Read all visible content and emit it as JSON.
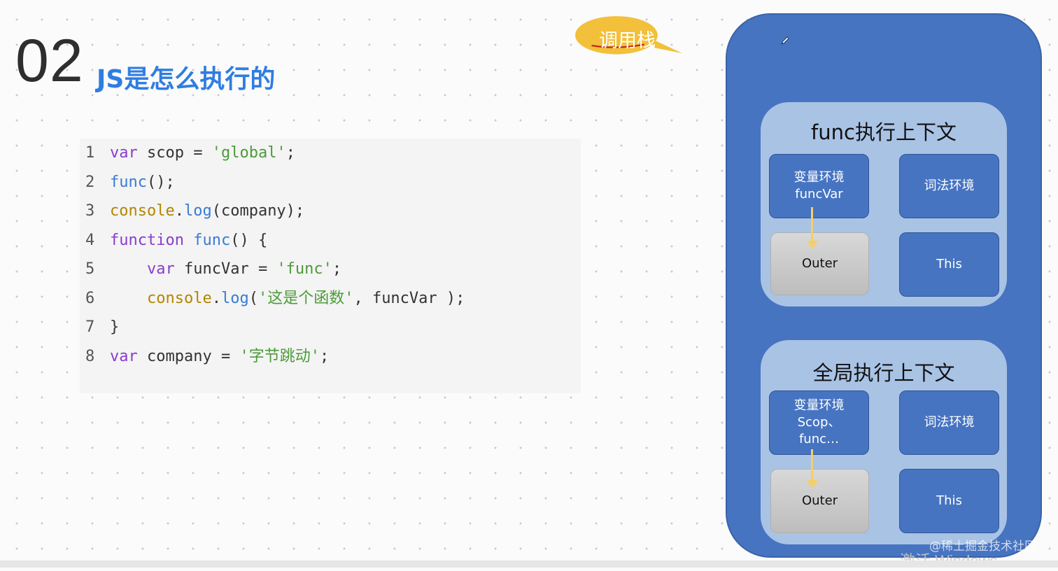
{
  "slide": {
    "number": "02",
    "title": "JS是怎么执行的"
  },
  "code": {
    "lines": [
      {
        "n": "1",
        "tokens": [
          [
            "kw",
            "var"
          ],
          [
            "plain",
            " scop = "
          ],
          [
            "str",
            "'global'"
          ],
          [
            "plain",
            ";"
          ]
        ]
      },
      {
        "n": "2",
        "tokens": [
          [
            "fn",
            "func"
          ],
          [
            "plain",
            "();"
          ]
        ]
      },
      {
        "n": "3",
        "tokens": [
          [
            "con",
            "console"
          ],
          [
            "plain",
            "."
          ],
          [
            "fn",
            "log"
          ],
          [
            "plain",
            "(company);"
          ]
        ]
      },
      {
        "n": "4",
        "tokens": [
          [
            "kw",
            "function"
          ],
          [
            "plain",
            " "
          ],
          [
            "fn",
            "func"
          ],
          [
            "plain",
            "() {"
          ]
        ]
      },
      {
        "n": "5",
        "tokens": [
          [
            "plain",
            "    "
          ],
          [
            "kw",
            "var"
          ],
          [
            "plain",
            " funcVar = "
          ],
          [
            "str",
            "'func'"
          ],
          [
            "plain",
            ";"
          ]
        ]
      },
      {
        "n": "6",
        "tokens": [
          [
            "plain",
            "    "
          ],
          [
            "con",
            "console"
          ],
          [
            "plain",
            "."
          ],
          [
            "fn",
            "log"
          ],
          [
            "plain",
            "("
          ],
          [
            "str",
            "'这是个函数'"
          ],
          [
            "plain",
            ", funcVar );"
          ]
        ]
      },
      {
        "n": "7",
        "tokens": [
          [
            "plain",
            "}"
          ]
        ]
      },
      {
        "n": "8",
        "tokens": [
          [
            "kw",
            "var"
          ],
          [
            "plain",
            " company = "
          ],
          [
            "str",
            "'字节跳动'"
          ],
          [
            "plain",
            ";"
          ]
        ]
      }
    ]
  },
  "bubble": {
    "label": "调用栈"
  },
  "stack": {
    "func_context": {
      "title": "func执行上下文",
      "variable_env": "变量环境\nfuncVar",
      "lexical_env": "词法环境",
      "outer": "Outer",
      "this": "This"
    },
    "global_context": {
      "title": "全局执行上下文",
      "variable_env": "变量环境\nScop、\nfunc…",
      "lexical_env": "词法环境",
      "outer": "Outer",
      "this": "This"
    }
  },
  "watermark": {
    "line1": "@稀土掘金技术社区",
    "line2": "激活 Windows"
  },
  "colors": {
    "title_blue": "#2f7de1",
    "stack_blue": "#4674c1",
    "context_light_blue": "#a9c3e5",
    "bubble_yellow": "#f2c03a",
    "arrow_yellow": "#f3cf6a",
    "keyword_purple": "#8a3bd1",
    "string_green": "#4e9a3a",
    "console_gold": "#b38600"
  },
  "icons": {
    "pencil": "pencil-icon"
  }
}
